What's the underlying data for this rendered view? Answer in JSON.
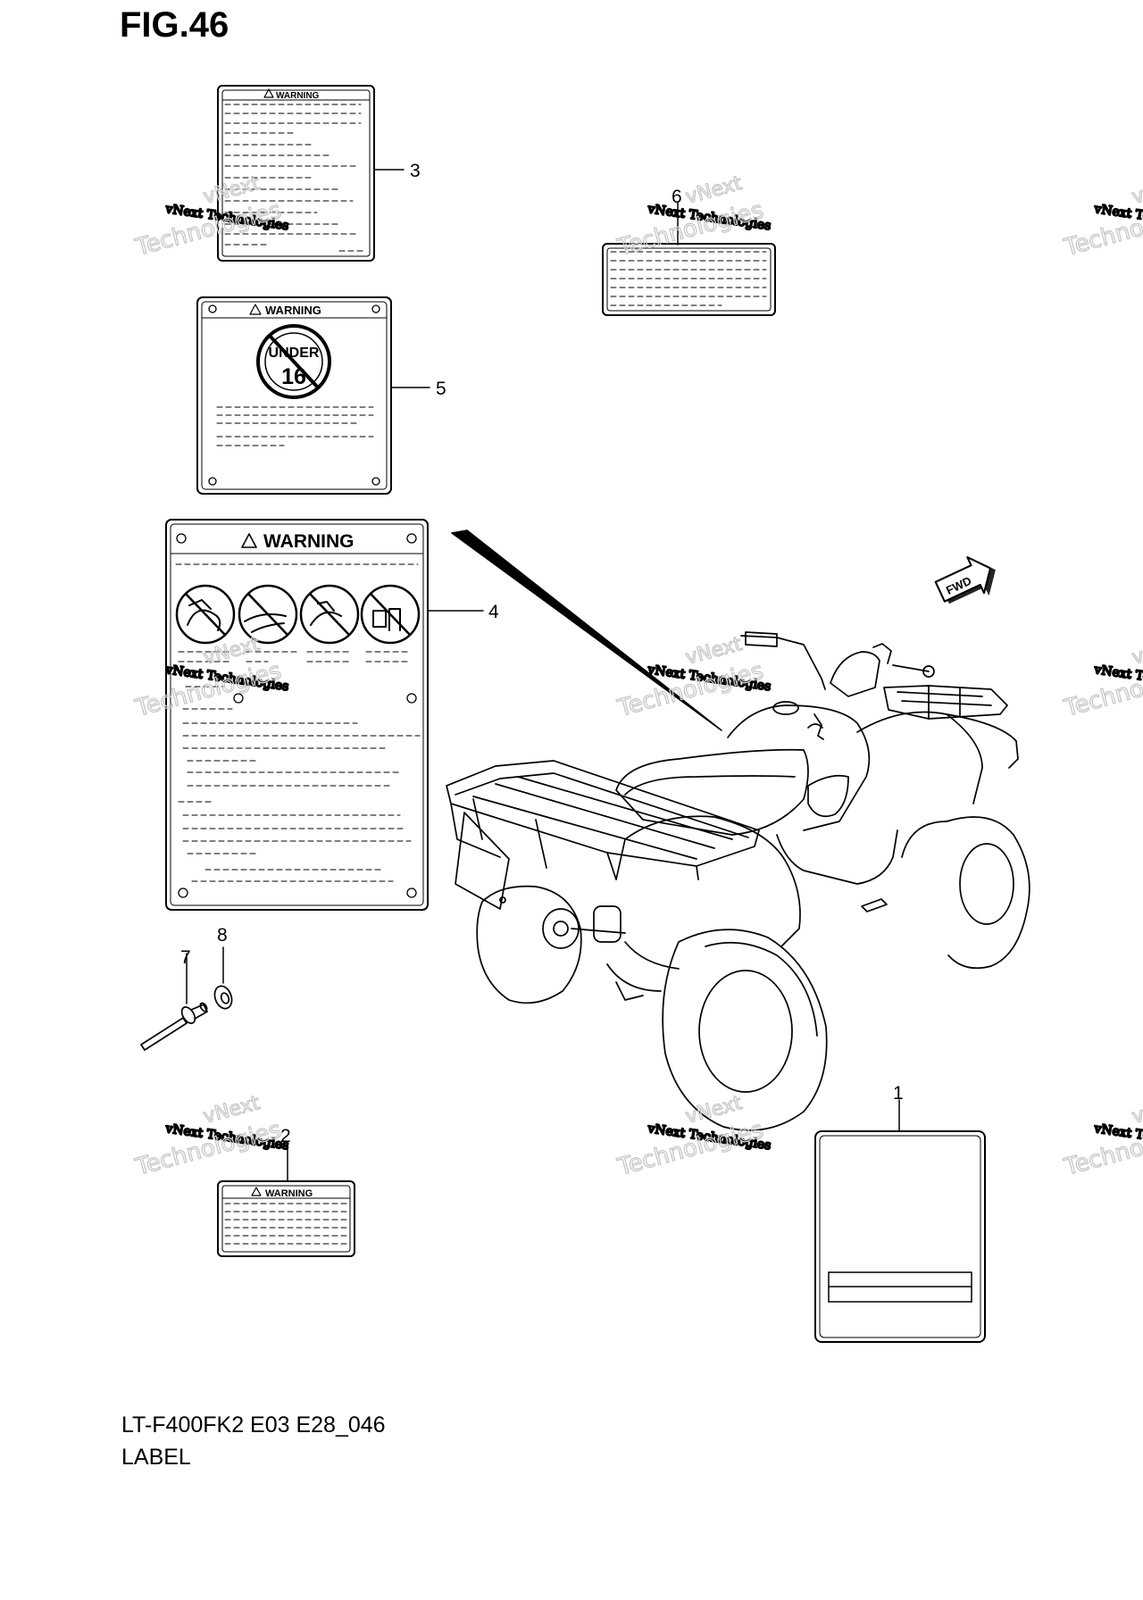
{
  "figure": {
    "title": "FIG.46",
    "model_code": "LT-F400FK2 E03 E28_046",
    "section_name": "LABEL"
  },
  "callouts": {
    "c1": "1",
    "c2": "2",
    "c3": "3",
    "c4": "4",
    "c5": "5",
    "c6": "6",
    "c7": "7",
    "c8": "8"
  },
  "label_texts": {
    "warning": "WARNING",
    "under": "UNDER",
    "age": "16",
    "fwd": "FWD"
  },
  "watermark": {
    "line1": "vNext Technologies",
    "line2": "vNext",
    "line3": "Technologies"
  },
  "colors": {
    "ink": "#000000",
    "paper": "#ffffff",
    "watermark": "#bdbdbd"
  }
}
